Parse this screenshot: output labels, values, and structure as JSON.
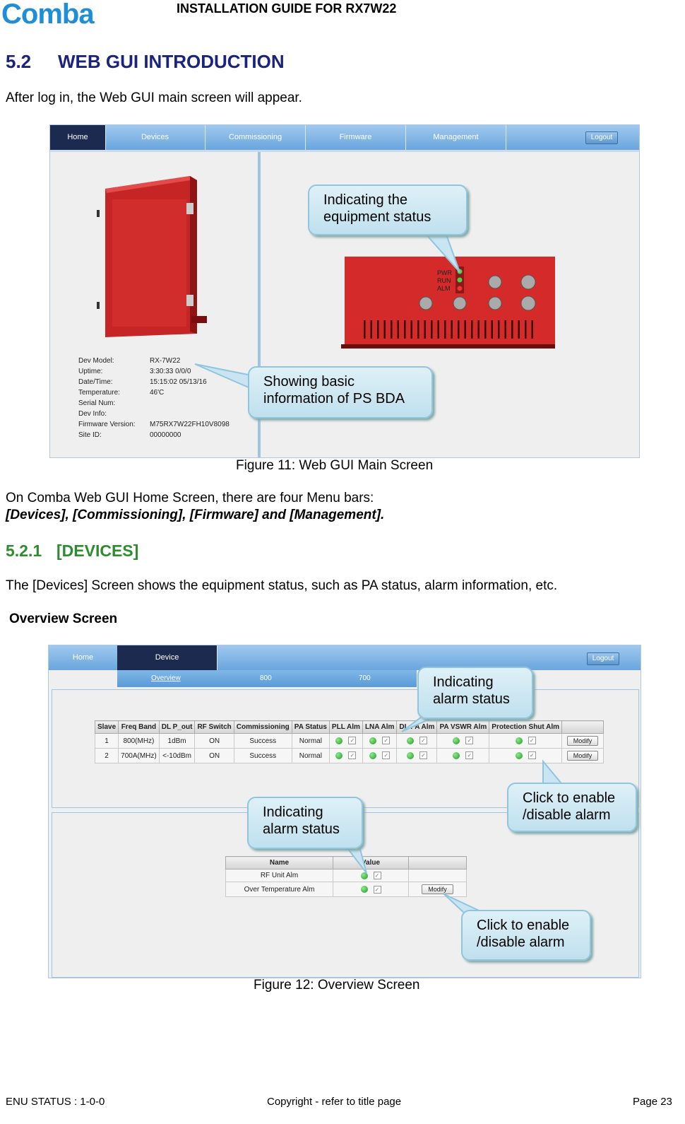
{
  "header": {
    "logo_text": "Comba",
    "doc_title": "INSTALLATION GUIDE FOR RX7W22"
  },
  "section": {
    "number": "5.2",
    "title": "WEB GUI INTRODUCTION"
  },
  "intro_text": "After log in, the Web GUI main screen will appear.",
  "fig11": {
    "nav": [
      "Home",
      "Devices",
      "Commissioning",
      "Firmware",
      "Management"
    ],
    "logout": "Logout",
    "info": [
      {
        "label": "Dev Model:",
        "value": "RX-7W22"
      },
      {
        "label": "Uptime:",
        "value": "3:30:33 0/0/0"
      },
      {
        "label": "Date/Time:",
        "value": "15:15:02 05/13/16"
      },
      {
        "label": "Temperature:",
        "value": "46'C"
      },
      {
        "label": "Serial Num:",
        "value": ""
      },
      {
        "label": "Dev Info:",
        "value": ""
      },
      {
        "label": "Firmware Version:",
        "value": "M75RX7W22FH10V8098"
      },
      {
        "label": "Site ID:",
        "value": "00000000"
      }
    ],
    "leds": [
      "PWR",
      "RUN",
      "ALM"
    ],
    "callout_status": "Indicating the equipment status",
    "callout_info": "Showing basic information of PS BDA",
    "caption": "Figure 11: Web GUI Main Screen"
  },
  "menu_text_1": "On Comba Web GUI Home Screen, there are four Menu bars:",
  "menu_text_2": "[Devices], [Commissioning], [Firmware] and [Management].",
  "subsection": {
    "number": "5.2.1",
    "title": "[DEVICES]"
  },
  "devices_text": "The [Devices] Screen shows the equipment status, such as PA status, alarm information, etc.",
  "overview_heading": "Overview Screen",
  "fig12": {
    "nav": [
      "Home",
      "Device"
    ],
    "logout": "Logout",
    "subnav": [
      "Overview",
      "800",
      "700"
    ],
    "table_headers": [
      "Slave",
      "Freq Band",
      "DL P_out",
      "RF Switch",
      "Commissioning",
      "PA Status",
      "PLL Alm",
      "LNA Alm",
      "DL PA Alm",
      "PA VSWR Alm",
      "Protection Shut Alm",
      ""
    ],
    "rows": [
      {
        "slave": "1",
        "freq": "800(MHz)",
        "pout": "1dBm",
        "rf": "ON",
        "comm": "Success",
        "pa": "Normal"
      },
      {
        "slave": "2",
        "freq": "700A(MHz)",
        "pout": "<-10dBm",
        "rf": "ON",
        "comm": "Success",
        "pa": "Normal"
      }
    ],
    "modify": "Modify",
    "unit_headers": [
      "Name",
      "Value",
      ""
    ],
    "unit_rows": [
      "RF Unit Alm",
      "Over Temperature Alm"
    ],
    "callout_alarm_1": "Indicating alarm status",
    "callout_enable_1": "Click to enable /disable alarm",
    "callout_alarm_2": "Indicating alarm status",
    "callout_enable_2": "Click to enable /disable alarm",
    "caption": "Figure 12: Overview Screen"
  },
  "footer": {
    "left": "ENU STATUS : 1-0-0",
    "center": "Copyright - refer to title page",
    "right": "Page 23"
  },
  "colors": {
    "heading_blue": "#1a237e",
    "heading_green": "#2e8b2e",
    "logo_blue": "#1e8fd6",
    "device_red": "#d42a2a"
  }
}
